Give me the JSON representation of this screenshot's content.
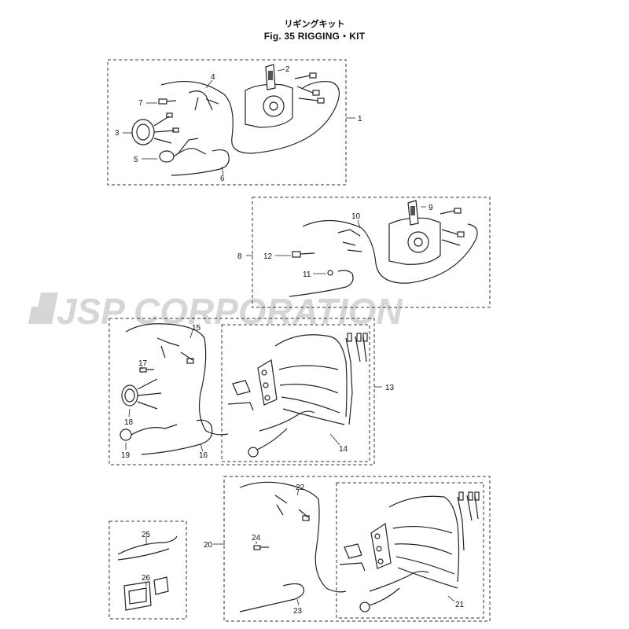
{
  "title_jp": "リギングキット",
  "title_en": "Fig. 35   RIGGING・KIT",
  "watermark": "JSP CORPORATION",
  "callouts": [
    "1",
    "2",
    "3",
    "4",
    "5",
    "6",
    "7",
    "8",
    "9",
    "10",
    "11",
    "12",
    "13",
    "14",
    "15",
    "16",
    "17",
    "18",
    "19",
    "20",
    "21",
    "22",
    "23",
    "24",
    "25",
    "26"
  ],
  "colors": {
    "line": "#222222",
    "box": "#333333",
    "watermark": "#d2d2d2"
  }
}
